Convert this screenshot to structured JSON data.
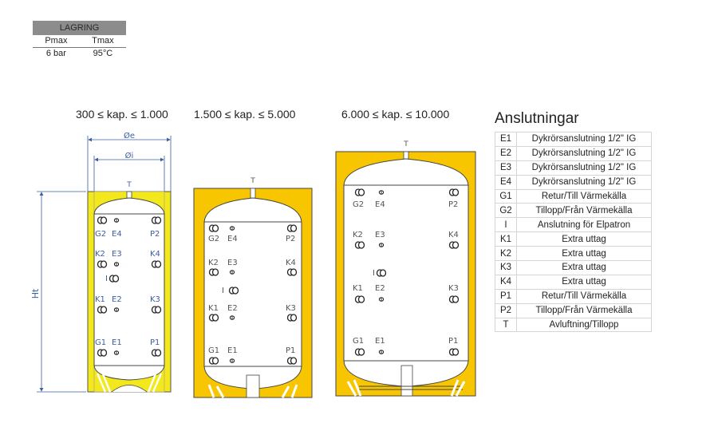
{
  "lagring": {
    "title": "LAGRING",
    "headers": [
      "Pmax",
      "Tmax"
    ],
    "values": [
      "6 bar",
      "95°C"
    ]
  },
  "capacities": [
    "300 ≤ kap. ≤ 1.000",
    "1.500 ≤ kap. ≤ 5.000",
    "6.000 ≤ kap. ≤ 10.000"
  ],
  "dimensions": {
    "outer_diameter": "Øe",
    "inner_diameter": "Øi",
    "height": "Ht"
  },
  "tank_labels": {
    "top": "T",
    "row1": [
      "G2",
      "E4",
      "P2"
    ],
    "row2": [
      "K2",
      "E3",
      "K4"
    ],
    "element": "I",
    "row3": [
      "K1",
      "E2",
      "K3"
    ],
    "row4": [
      "G1",
      "E1",
      "P1"
    ]
  },
  "colors": {
    "insulation_small": "#f2e81c",
    "insulation_large": "#f7c600",
    "dimension_line": "#3b5fa0",
    "label_blue": "#3b5fa0",
    "label_gray": "#555555",
    "header_gray": "#8c8c8c"
  },
  "connections": {
    "title": "Anslutningar",
    "rows": [
      {
        "code": "E1",
        "desc": "Dykrörsanslutning 1/2\" IG"
      },
      {
        "code": "E2",
        "desc": "Dykrörsanslutning 1/2\" IG"
      },
      {
        "code": "E3",
        "desc": "Dykrörsanslutning 1/2\" IG"
      },
      {
        "code": "E4",
        "desc": "Dykrörsanslutning 1/2\" IG"
      },
      {
        "code": "G1",
        "desc": "Retur/Till Värmekälla"
      },
      {
        "code": "G2",
        "desc": "Tillopp/Från Värmekälla"
      },
      {
        "code": "I",
        "desc": "Anslutning för Elpatron"
      },
      {
        "code": "K1",
        "desc": "Extra uttag"
      },
      {
        "code": "K2",
        "desc": "Extra uttag"
      },
      {
        "code": "K3",
        "desc": "Extra uttag"
      },
      {
        "code": "K4",
        "desc": "Extra uttag"
      },
      {
        "code": "P1",
        "desc": "Retur/Till Värmekälla"
      },
      {
        "code": "P2",
        "desc": "Tillopp/Från Värmekälla"
      },
      {
        "code": "T",
        "desc": "Avluftning/Tillopp"
      }
    ]
  }
}
